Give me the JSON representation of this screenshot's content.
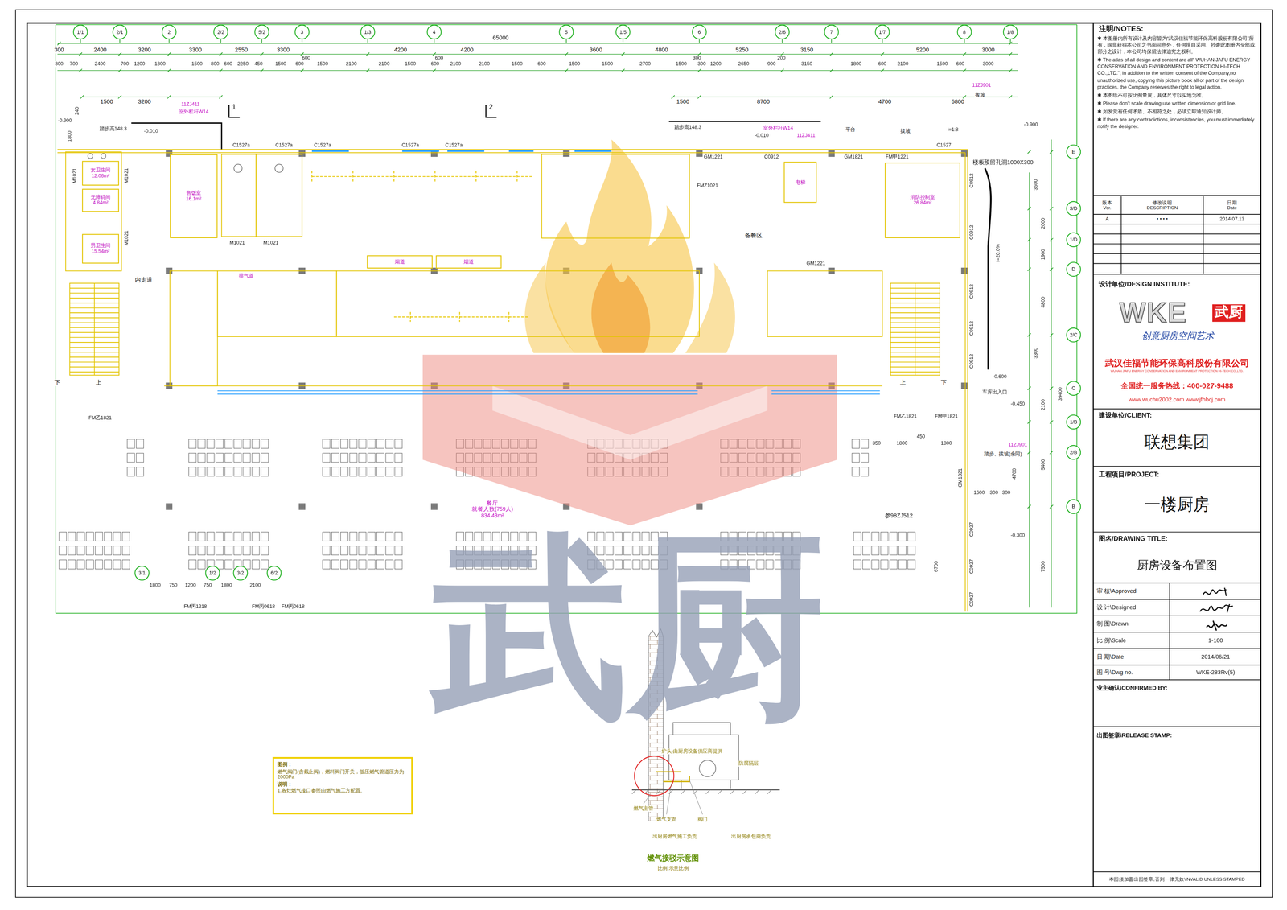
{
  "diagram": {
    "nodes": [
      {
        "text": [
          "1/1"
        ]
      },
      {
        "text": [
          "2/1"
        ]
      },
      {
        "text": [
          "2"
        ]
      },
      {
        "text": [
          "2/2"
        ]
      },
      {
        "text": [
          "5/2"
        ]
      },
      {
        "text": [
          "3"
        ]
      },
      {
        "text": [
          "1/3"
        ]
      },
      {
        "text": [
          "4"
        ]
      },
      {
        "text": [
          "5"
        ]
      },
      {
        "text": [
          "1/5"
        ]
      },
      {
        "text": [
          "6"
        ]
      },
      {
        "text": [
          "2/6"
        ]
      },
      {
        "text": [
          "7"
        ]
      },
      {
        "text": [
          "1/7"
        ]
      },
      {
        "text": [
          "8"
        ]
      },
      {
        "text": [
          "1/8"
        ]
      },
      {
        "text": [
          "E"
        ]
      },
      {
        "text": [
          "3/D"
        ]
      },
      {
        "text": [
          "1/D"
        ]
      },
      {
        "text": [
          "D"
        ]
      },
      {
        "text": [
          "2/C"
        ]
      },
      {
        "text": [
          "C"
        ]
      },
      {
        "text": [
          "1/B"
        ]
      },
      {
        "text": [
          "2/B"
        ]
      },
      {
        "text": [
          "B"
        ]
      },
      {
        "text": [
          "3/1"
        ]
      },
      {
        "text": [
          "1/2"
        ]
      },
      {
        "text": [
          "3/2"
        ]
      },
      {
        "text": [
          "6/2"
        ]
      },
      {
        "text": [
          "售饭室",
          "16.1m²"
        ]
      },
      {
        "text": [
          "女卫生间",
          "12.06m²"
        ]
      },
      {
        "text": [
          "无障碍间",
          "4.84m²"
        ]
      },
      {
        "text": [
          "男卫生间",
          "15.54m²"
        ]
      },
      {
        "text": [
          "消防控制室",
          "26.84m²"
        ]
      },
      {
        "text": [
          "电梯"
        ]
      },
      {
        "text": [
          "烟道"
        ]
      },
      {
        "text": [
          "烟道"
        ]
      },
      {
        "text": [
          "餐厅",
          "就餐人数(759人)",
          "834.43m²"
        ]
      },
      {
        "text": [
          "图例：",
          "燃气阀门(含截止阀)，燃料阀门开关，低压燃气管道压力为2000Pa",
          "说明：",
          "1.各灶燃气接口参照由燃气施工方配置。"
        ]
      }
    ],
    "labels": [
      "65000",
      "300",
      "2400",
      "3200",
      "3300",
      "2550",
      "3300",
      "4200",
      "4200",
      "3600",
      "4800",
      "5250",
      "3150",
      "5200",
      "3000",
      "600",
      "600",
      "300",
      "200",
      "300",
      "700",
      "2400",
      "700",
      "1200",
      "1300",
      "1500",
      "800",
      "600",
      "2250",
      "450",
      "1500",
      "600",
      "1500",
      "2100",
      "2100",
      "1500",
      "600",
      "2100",
      "2100",
      "1500",
      "600",
      "1500",
      "1500",
      "2700",
      "1500",
      "300",
      "1200",
      "2650",
      "900",
      "3150",
      "1800",
      "600",
      "2100",
      "1500",
      "600",
      "3000",
      "1500",
      "3200",
      "1500",
      "8700",
      "4700",
      "6800",
      "11ZJ411",
      "室外栏杆W14",
      "1",
      "2",
      "11ZJ901",
      "拔坡",
      "-0.900",
      "240",
      "1800",
      "踏步高148.3",
      "-0.010",
      "踏步高148.3",
      "室外栏杆W14",
      "-0.010",
      "11ZJ411",
      "平台",
      "拔坡",
      "i=1:8",
      "-0.900",
      "C1527a",
      "C1527a",
      "C1527a",
      "C1527a",
      "C1527a",
      "C1527",
      "楼板预留孔洞1000X300",
      "GM1221",
      "C0912",
      "GM1821",
      "FM甲1221",
      "FMZ1021",
      "M1021",
      "M1021",
      "M1021",
      "M1021",
      "M1021",
      "内走道",
      "排气道",
      "备餐区",
      "GM1221",
      "C0912",
      "C0912",
      "C0912",
      "C0912",
      "C0912",
      "i=20.0%",
      "-0.600",
      "车库出入口",
      "-0.450",
      "11ZJ901",
      "踏步、拔坡(余同)",
      "FM乙1821",
      "FM乙1821",
      "FM甲1821",
      "350",
      "1800",
      "450",
      "1800",
      "GM1821",
      "1600",
      "300",
      "300",
      "C0927",
      "C0927",
      "C0927",
      "参98ZJ512",
      "-0.300",
      "1800",
      "750",
      "1200",
      "750",
      "1800",
      "2100",
      "FM丙1218",
      "FM丙0618",
      "FM丙0618",
      "3600",
      "2000",
      "1900",
      "4800",
      "3300",
      "2100",
      "5400",
      "7500",
      "6700",
      "4700",
      "39400",
      "下",
      "上",
      "上",
      "下",
      "燃气接驳示意图",
      "比例:示意比例",
      "炉头-由厨房设备供应商提供",
      "防腐隔层",
      "燃气主管",
      "燃气支管",
      "阀门",
      "出厨房燃气施工负责",
      "出厨房承包商负责",
      "武厨",
      "注明/NOTES:",
      "✱ 本图册内所有设计及内容皆为“武汉佳福节能环保高科股份有限公司”所有，除非获得本公司之书面同意外，任何擅自采用、抄袭此图册内全部或部分之设计，本公司均保留法律追究之权利。",
      "✱ The atlas of all design and content are all\" WUHAN JAFU ENERGY CONSERVATION AND ENVIRONMENT PROTECTION HI-TECH CO.,LTD.\", in addition to the written consent of the Company,no unauthorized use, copying this picture book all or part of the design practices, the Company reserves the right to legal action.",
      "✱ 本图纸不可按比例量度，具体尺寸以实地为准。",
      "✱ Please don't scale drawing,use written dimension or grid line.",
      "✱ 如发觉有任何矛盾、不相符之处，必须立即通知设计师。",
      "✱ If there are any contradictions, inconsistencies, you must immediately notify the designer.",
      "版本 Ver.",
      "修改说明 DESCRIPTION",
      "日期 Date",
      "A",
      "• • • •",
      "2014.07.13",
      "设计单位/DESIGN INSTITUTE:",
      "WKE",
      "武厨",
      "创意厨房空间艺术",
      "武汉佳福节能环保高科股份有限公司",
      "WUHAN JIAFU ENERGY CONSERVATION AND ENVIRONMENT PROTECTION HI-TECH CO.,LTD.",
      "全国统一服务热线：400-027-9488",
      "www.wuchu2002.com www.jfhbcj.com",
      "建设单位/CLIENT:",
      "联想集团",
      "工程项目/PROJECT:",
      "一楼厨房",
      "图名/DRAWING TITLE:",
      "厨房设备布置图",
      "审 核\\Approved",
      "设 计\\Designed",
      "制 图\\Drawn",
      "比 例\\Scale",
      "1-100",
      "日 期\\Date",
      "2014/06/21",
      "图 号\\Dwg no.",
      "WKE-283Rv(5)",
      "业主确认\\CONFIRMED BY:",
      "出图签章\\RELEASE STAMP:",
      "本图须加盖出图签章,否则一律无效\\INVALID UNLESS STAMPED"
    ]
  }
}
